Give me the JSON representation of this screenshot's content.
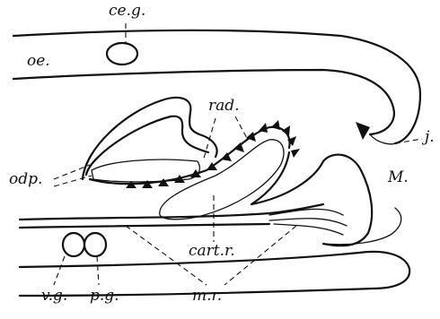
{
  "figure": {
    "labels": {
      "ce_g": "ce.g.",
      "oe": "oe.",
      "rad": "rad.",
      "j": "j.",
      "odp": "odp.",
      "M": "M.",
      "cart_r": "cart.r.",
      "v_g": "v.g.",
      "p_g": "p.g.",
      "m_r": "m.r."
    }
  }
}
